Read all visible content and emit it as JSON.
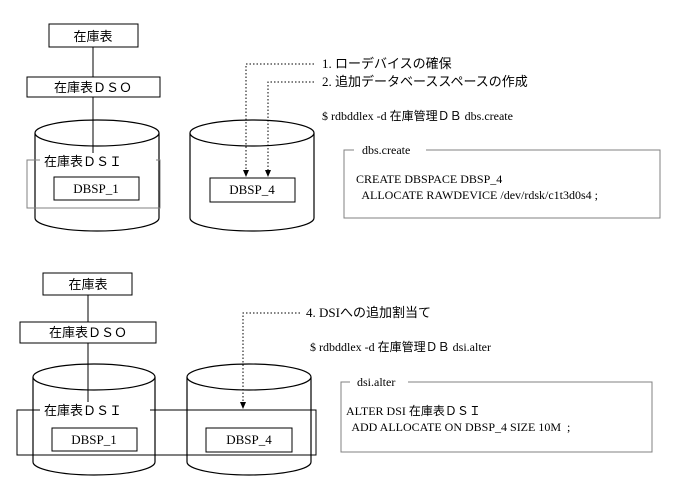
{
  "top": {
    "table_label": "在庫表",
    "dso_label": "在庫表ＤＳＯ",
    "dsi_label": "在庫表ＤＳＩ",
    "disk1_label": "DBSP_1",
    "disk2_label": "DBSP_4",
    "step1": "1. ローデバイスの確保",
    "step2": "2. 追加データベーススペースの作成",
    "command": "$ rdbddlex  -d  在庫管理ＤＢ  dbs.create",
    "file": {
      "title": "dbs.create",
      "line1": "CREATE DBSPACE DBSP_4",
      "line2": "  ALLOCATE RAWDEVICE /dev/rdsk/c1t3d0s4 ;"
    }
  },
  "bottom": {
    "table_label": "在庫表",
    "dso_label": "在庫表ＤＳＯ",
    "dsi_label": "在庫表ＤＳＩ",
    "disk1_label": "DBSP_1",
    "disk2_label": "DBSP_4",
    "step4": "4. DSIへの追加割当て",
    "command": "$ rdbddlex  -d  在庫管理ＤＢ  dsi.alter",
    "file": {
      "title": "dsi.alter",
      "line1": "ALTER DSI 在庫表ＤＳＩ",
      "line2": "  ADD ALLOCATE ON DBSP_4 SIZE 10M  ;"
    }
  }
}
